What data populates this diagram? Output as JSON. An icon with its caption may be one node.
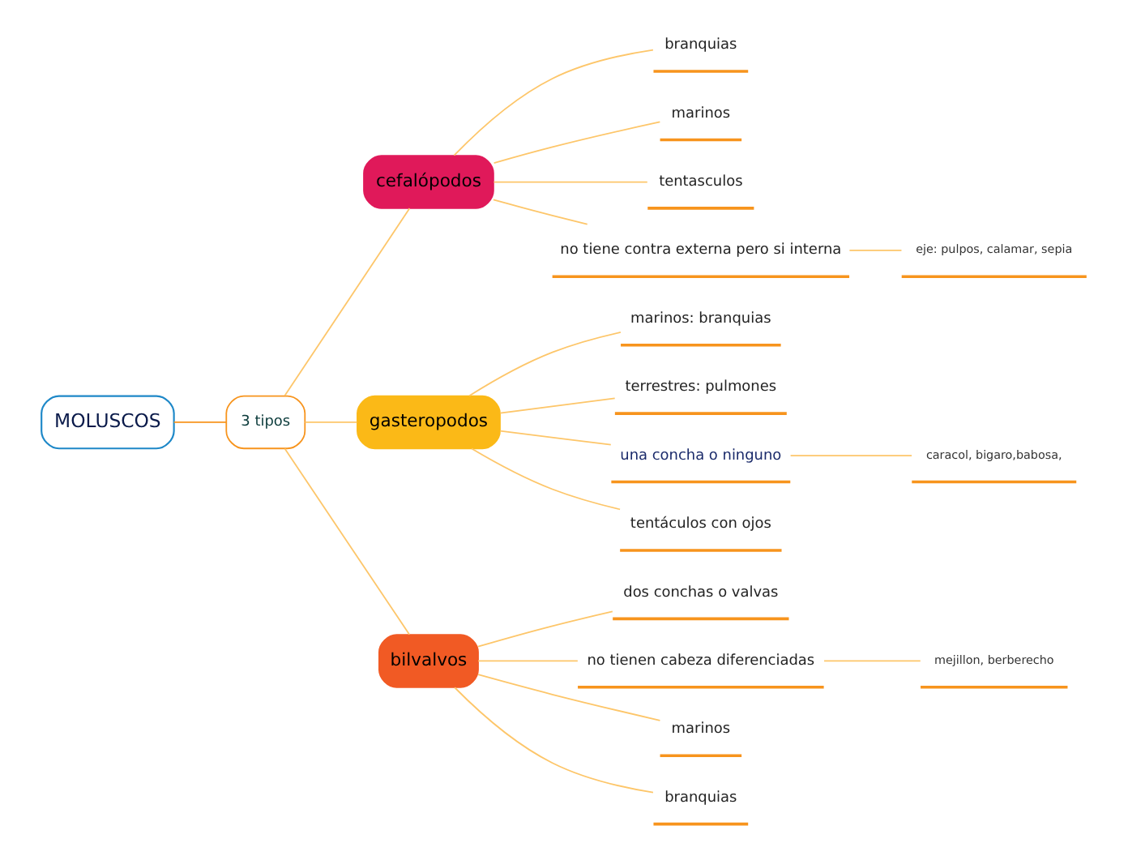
{
  "diagram": {
    "nodes": [
      {
        "text": [
          "MOLUSCOS"
        ]
      },
      {
        "text": [
          "3 tipos"
        ]
      },
      {
        "text": [
          "cefalópodos"
        ]
      },
      {
        "text": [
          "branquias"
        ]
      },
      {
        "text": [
          "marinos"
        ]
      },
      {
        "text": [
          "tentasculos"
        ]
      },
      {
        "text": [
          "no tiene contra externa pero si interna"
        ]
      },
      {
        "text": [
          "eje: pulpos, calamar, sepia"
        ]
      },
      {
        "text": [
          "gasteropodos"
        ]
      },
      {
        "text": [
          "marinos: branquias"
        ]
      },
      {
        "text": [
          "terrestres: pulmones"
        ]
      },
      {
        "text": [
          "una concha o ninguno"
        ]
      },
      {
        "text": [
          "caracol, bigaro,babosa,"
        ]
      },
      {
        "text": [
          "tentáculos con ojos"
        ]
      },
      {
        "text": [
          "bilvalvos"
        ]
      },
      {
        "text": [
          "dos conchas o valvas"
        ]
      },
      {
        "text": [
          "no tienen cabeza diferenciadas"
        ]
      },
      {
        "text": [
          "mejillon, berberecho"
        ]
      },
      {
        "text": [
          "marinos"
        ]
      },
      {
        "text": [
          "branquias"
        ]
      }
    ],
    "edges": [
      {
        "from": 0,
        "to": 1,
        "arrow": "none",
        "color": "#f7941d"
      },
      {
        "from": 1,
        "to": 2,
        "arrow": "none"
      },
      {
        "from": 2,
        "to": 3,
        "arrow": "none"
      },
      {
        "from": 2,
        "to": 4,
        "arrow": "none"
      },
      {
        "from": 2,
        "to": 5,
        "arrow": "none"
      },
      {
        "from": 2,
        "to": 6,
        "arrow": "none"
      },
      {
        "from": 6,
        "to": 7,
        "arrow": "none"
      },
      {
        "from": 1,
        "to": 8,
        "arrow": "none"
      },
      {
        "from": 8,
        "to": 9,
        "arrow": "none"
      },
      {
        "from": 8,
        "to": 10,
        "arrow": "none"
      },
      {
        "from": 8,
        "to": 11,
        "arrow": "none"
      },
      {
        "from": 11,
        "to": 12,
        "arrow": "none"
      },
      {
        "from": 8,
        "to": 13,
        "arrow": "none"
      },
      {
        "from": 1,
        "to": 14,
        "arrow": "none"
      },
      {
        "from": 14,
        "to": 15,
        "arrow": "none"
      },
      {
        "from": 14,
        "to": 16,
        "arrow": "none"
      },
      {
        "from": 16,
        "to": 17,
        "arrow": "none"
      },
      {
        "from": 14,
        "to": 18,
        "arrow": "none"
      },
      {
        "from": 14,
        "to": 19,
        "arrow": "none"
      }
    ]
  }
}
